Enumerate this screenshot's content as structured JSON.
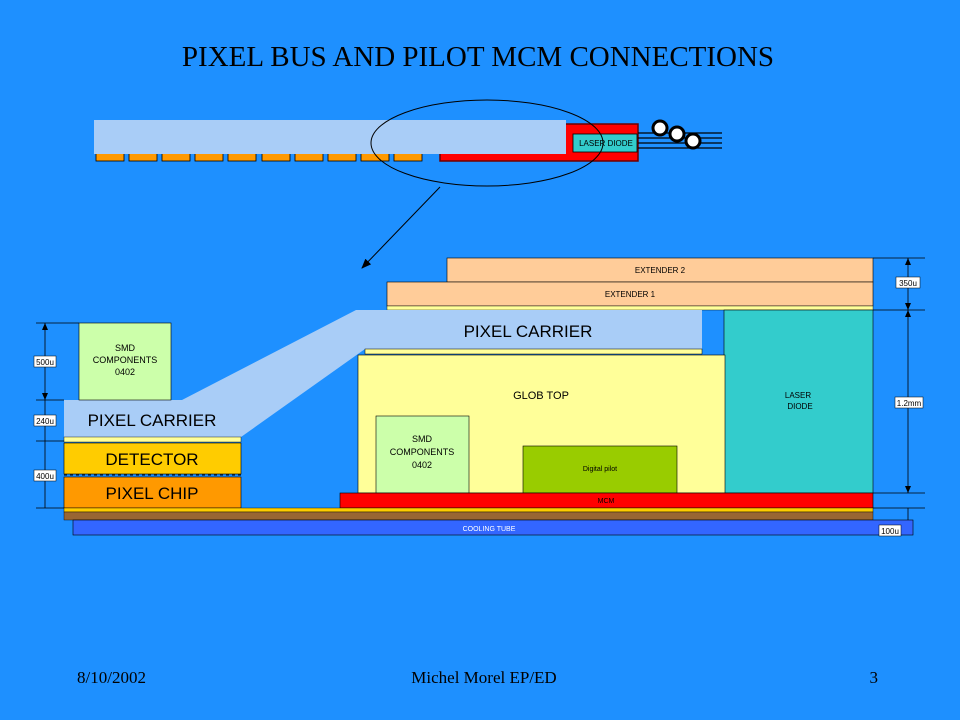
{
  "title": "PIXEL BUS AND PILOT MCM CONNECTIONS",
  "footer": {
    "date": "8/10/2002",
    "author": "Michel Morel EP/ED",
    "page": "3"
  },
  "top_view": {
    "laser_diode_label": "LASER DIODE"
  },
  "cross_section": {
    "extender2": "EXTENDER 2",
    "extender1": "EXTENDER 1",
    "pixel_carrier_right": "PIXEL CARRIER",
    "pixel_carrier_left": "PIXEL CARRIER",
    "glob_top": "GLOB TOP",
    "laser_diode_line1": "LASER",
    "laser_diode_line2": "DIODE",
    "smd_left": [
      "SMD",
      "COMPONENTS",
      "0402"
    ],
    "smd_center": [
      "SMD",
      "COMPONENTS",
      "0402"
    ],
    "digital_pilot": "Digital pilot",
    "mcm": "MCM",
    "cooling_tube": "COOLING TUBE",
    "detector": "DETECTOR",
    "pixel_chip": "PIXEL CHIP"
  },
  "dimensions": {
    "d500": "500u",
    "d240": "240u",
    "d400": "400u",
    "d350": "350u",
    "d1_2mm": "1.2mm",
    "d100": "100u"
  },
  "colors": {
    "background": "#1e90ff",
    "pixel_carrier": "#a9cdf7",
    "extender": "#ffcc99",
    "glob_top": "#ffff99",
    "laser_diode": "#33cccc",
    "smd": "#ccffaa",
    "digital_pilot": "#99cc00",
    "mcm": "#ff0000",
    "cooling_tube": "#3366ff",
    "detector": "#ffcc00",
    "pixel_chip": "#ff9900"
  }
}
